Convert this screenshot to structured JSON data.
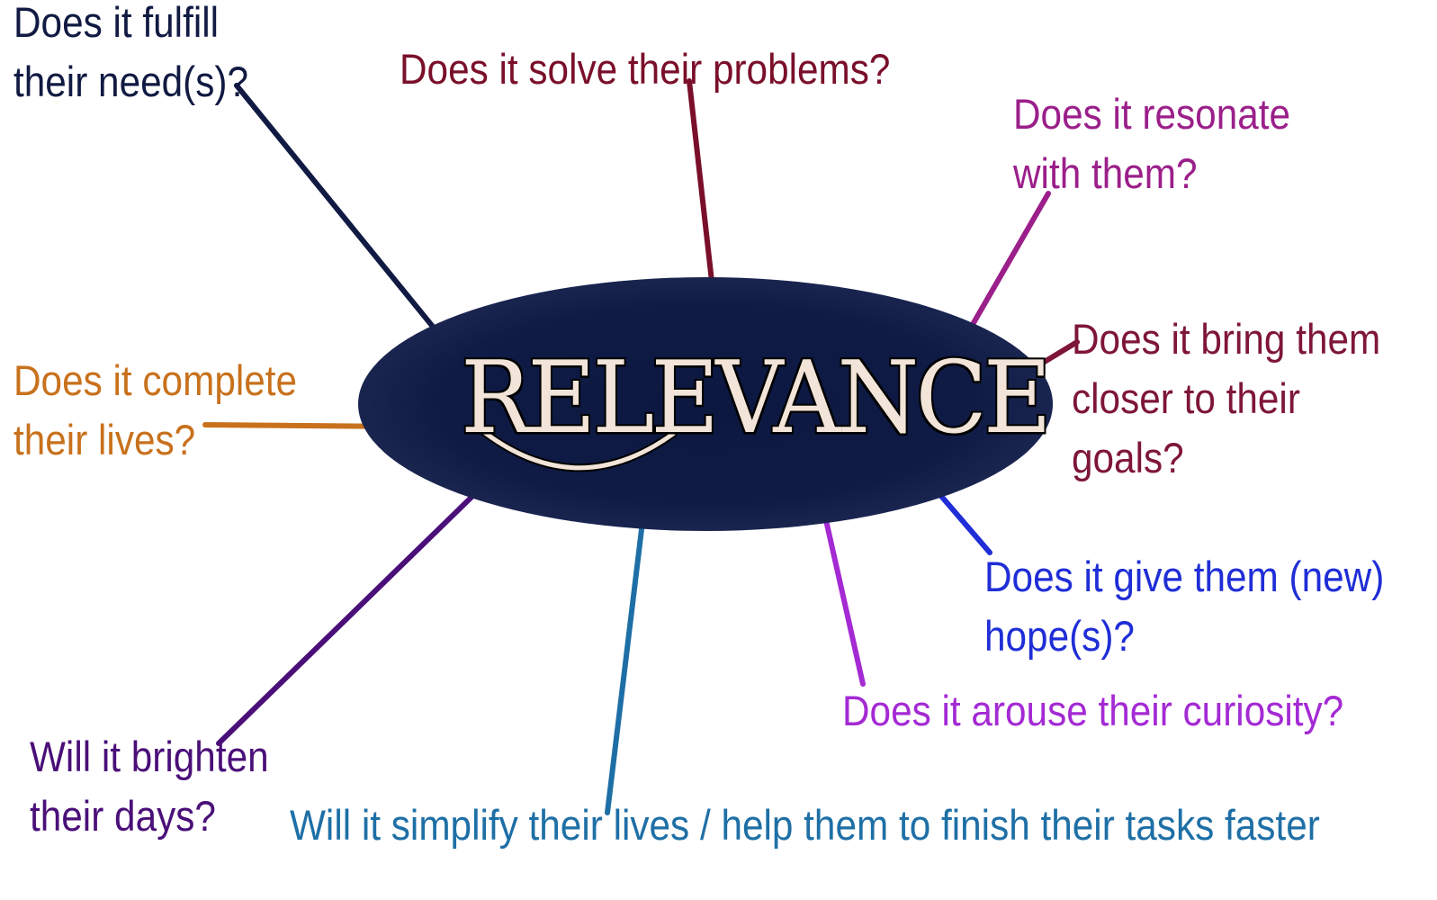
{
  "center": {
    "label": "RELEVANCE",
    "colors": {
      "fill": "#0c1840",
      "text": "#f2e4d8"
    }
  },
  "questions": {
    "need": {
      "text": "Does it fulfill\ntheir need(s)?",
      "color": "#101a42"
    },
    "problems": {
      "text": "Does it solve their problems?",
      "color": "#7a0f2a"
    },
    "resonate": {
      "text": "Does it resonate\nwith them?",
      "color": "#9b1f8a"
    },
    "goals": {
      "text": "Does it bring them\ncloser to their\ngoals?",
      "color": "#7e1638"
    },
    "hope": {
      "text": "Does it give them (new)\nhope(s)?",
      "color": "#1f2ed6"
    },
    "curiosity": {
      "text": "Does it arouse their curiosity?",
      "color": "#a42ad4"
    },
    "simplify": {
      "text": "Will it simplify their lives / help them to finish their tasks faster",
      "color": "#1e6fa6"
    },
    "brighten": {
      "text": "Will it brighten\ntheir days?",
      "color": "#4a0f78"
    },
    "complete": {
      "text": "Does it complete\ntheir lives?",
      "color": "#c8711c"
    }
  }
}
